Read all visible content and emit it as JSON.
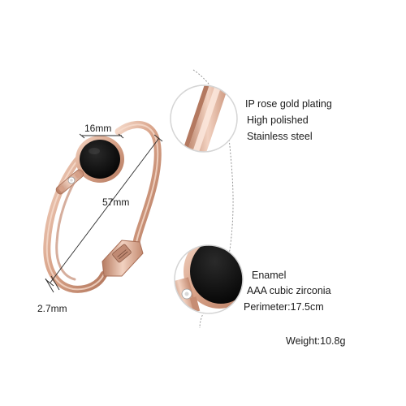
{
  "dimensions": {
    "width": "16mm",
    "length": "57mm",
    "thickness": "2.7mm"
  },
  "features_top": {
    "line1": "IP rose gold plating",
    "line2": "High polished",
    "line3": "Stainless steel"
  },
  "features_bottom": {
    "line1": "Enamel",
    "line2": "AAA cubic zirconia",
    "line3": "Perimeter:17.5cm"
  },
  "weight": "Weight:10.8g",
  "colors": {
    "rose_gold": "#d9a48a",
    "rose_gold_dark": "#b77d64",
    "rose_gold_light": "#f3d2c1",
    "enamel": "#0b0b0b",
    "line": "#3a3a3a"
  }
}
